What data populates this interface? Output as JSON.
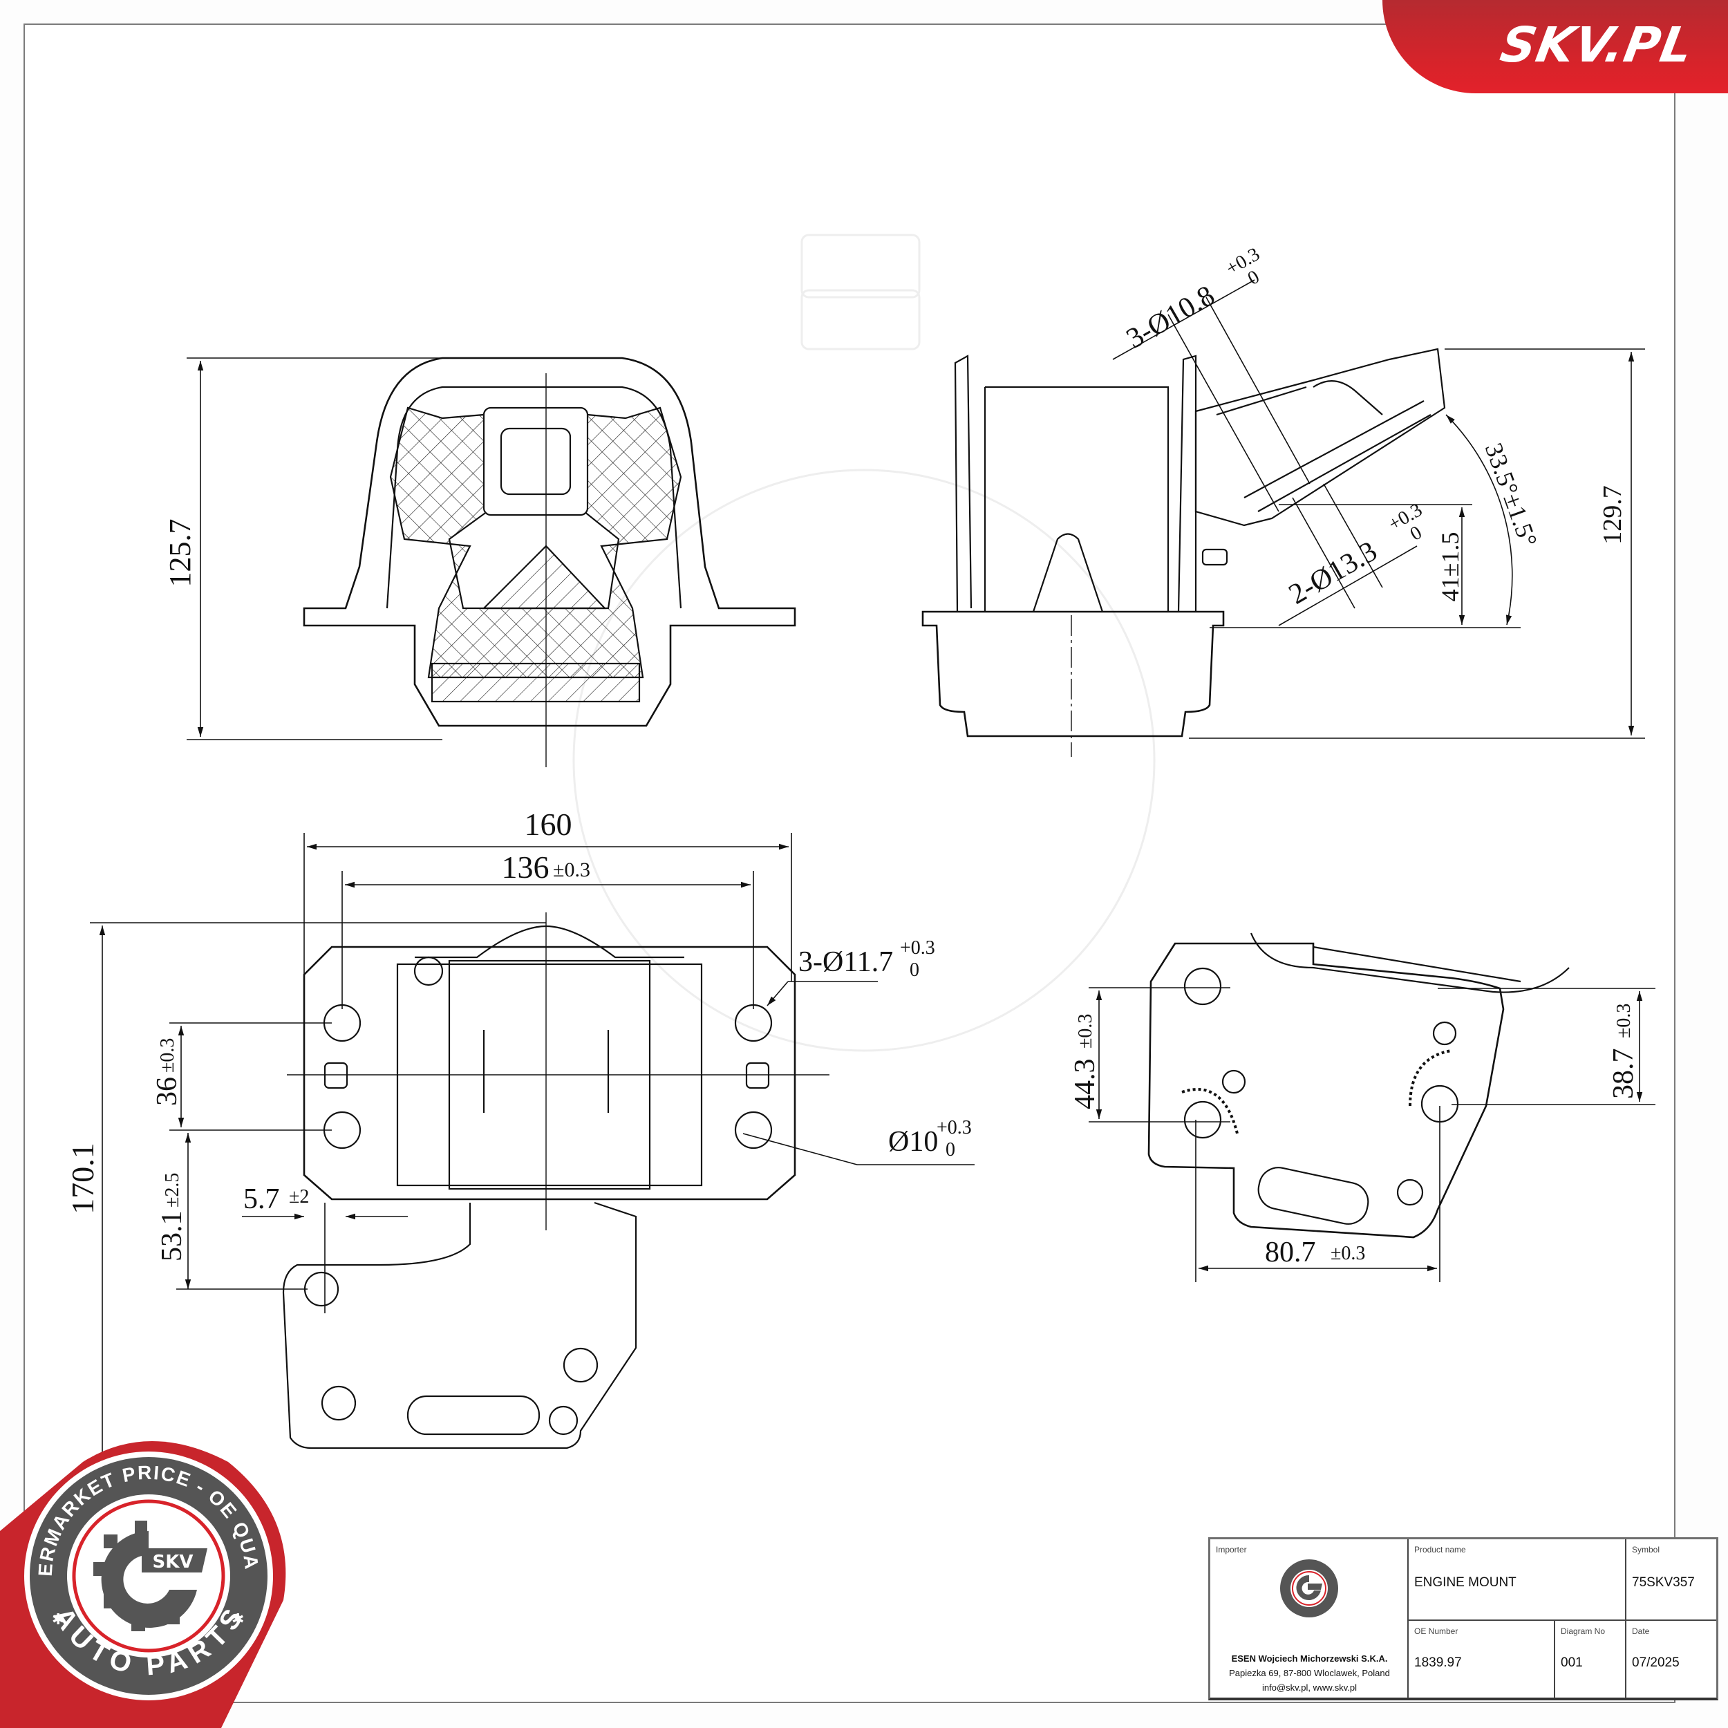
{
  "brand": {
    "tab_text": "SKV.PL",
    "tab_color": "#d8232a",
    "badge": {
      "ring_top_text": "AFTERMARKET PRICE - OE QUALITY",
      "ring_bottom_text": "AUTO PARTS",
      "center_text": "SKV",
      "ring_color": "#555555",
      "accent_color": "#d8232a"
    }
  },
  "views": {
    "front_section": {
      "height_dim": "125.7"
    },
    "side_view": {
      "height_dim": "129.7",
      "hole_a": {
        "prefix": "3-Ø10.8",
        "tol_upper": "+0.3",
        "tol_lower": "0"
      },
      "hole_b": {
        "prefix": "2-Ø13.3",
        "tol_upper": "+0.3",
        "tol_lower": "0"
      },
      "offset_dim": "41±1.5",
      "angle_dim": "33.5°±1.5°"
    },
    "top_view": {
      "width_overall": "160",
      "width_holes": "136",
      "width_holes_tol": "±0.3",
      "height_overall": "170.1",
      "hole_spacing": "36",
      "hole_spacing_tol": "±0.3",
      "bracket_offset": "53.1",
      "bracket_offset_tol": "±2.5",
      "lateral_offset": "5.7",
      "lateral_offset_tol": "±2",
      "hole_a": {
        "prefix": "3-Ø11.7",
        "tol_upper": "+0.3",
        "tol_lower": "0"
      },
      "hole_b": {
        "prefix": "Ø10",
        "tol_upper": "+0.3",
        "tol_lower": "0"
      }
    },
    "bracket_view": {
      "vertical_left": "44.3",
      "vertical_left_tol": "±0.3",
      "vertical_right": "38.7",
      "vertical_right_tol": "±0.3",
      "horizontal": "80.7",
      "horizontal_tol": "±0.3"
    }
  },
  "title_block": {
    "importer_label": "Importer",
    "importer_name": "ESEN Wojciech Michorzewski S.K.A.",
    "importer_address": "Papiezka 69, 87-800 Wloclawek, Poland",
    "importer_contact": "info@skv.pl, www.skv.pl",
    "product_name_label": "Product name",
    "product_name": "ENGINE MOUNT",
    "symbol_label": "Symbol",
    "symbol": "75SKV357",
    "oe_number_label": "OE Number",
    "oe_number": "1839.97",
    "diagram_no_label": "Diagram No",
    "diagram_no": "001",
    "date_label": "Date",
    "date": "07/2025"
  }
}
